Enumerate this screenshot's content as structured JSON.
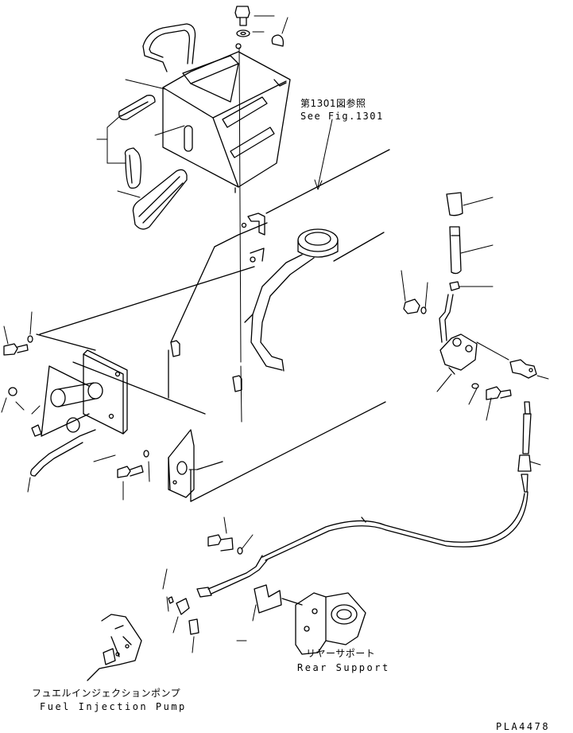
{
  "labels": {
    "see_fig_jp": "第1301図参照",
    "see_fig_en": "See Fig.1301",
    "rear_support_jp": "リヤーサポート",
    "rear_support_en": "Rear Support",
    "fuel_pump_jp": "フュエルインジェクションポンプ",
    "fuel_pump_en": "Fuel Injection Pump",
    "drawing_code": "PLA4478"
  },
  "colors": {
    "line": "#000000",
    "background": "#ffffff"
  }
}
